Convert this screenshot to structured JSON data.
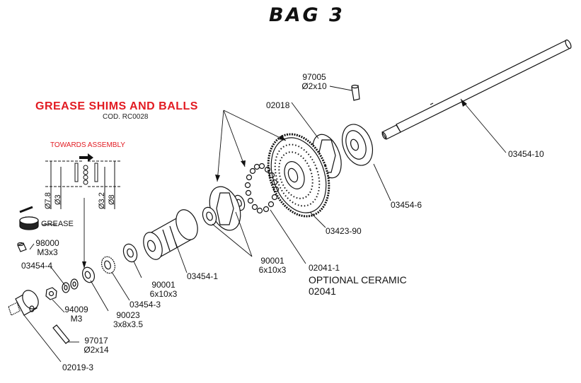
{
  "title": "BAG 3",
  "grease_note": {
    "heading": "GREASE SHIMS AND BALLS",
    "code": "COD. RC0028"
  },
  "direction_note": "TOWARDS ASSEMBLY",
  "dimensions": {
    "outer_left": "Ø7.8",
    "inner_left": "Ø3",
    "inner_right": "Ø3.2",
    "outer_right": "Ø8"
  },
  "grease_label": "GREASE",
  "parts": {
    "p97005": {
      "number": "97005",
      "spec": "Ø2x10"
    },
    "p02018": {
      "number": "02018"
    },
    "p03454_10": {
      "number": "03454-10"
    },
    "p03454_6": {
      "number": "03454-6"
    },
    "p03423_90": {
      "number": "03423-90"
    },
    "p90001_b": {
      "number": "90001",
      "spec": "6x10x3"
    },
    "p02041_1": {
      "number": "02041-1",
      "note": "OPTIONAL CERAMIC",
      "alt": "02041"
    },
    "p03454_1": {
      "number": "03454-1"
    },
    "p90001_a": {
      "number": "90001",
      "spec": "6x10x3"
    },
    "p03454_3": {
      "number": "03454-3"
    },
    "p90023": {
      "number": "90023",
      "spec": "3x8x3.5"
    },
    "p94009": {
      "number": "94009",
      "spec": "M3"
    },
    "p98000": {
      "number": "98000",
      "spec": "M3x3"
    },
    "p03454_4": {
      "number": "03454-4"
    },
    "p97017": {
      "number": "97017",
      "spec": "Ø2x14"
    },
    "p02019_3": {
      "number": "02019-3"
    }
  }
}
